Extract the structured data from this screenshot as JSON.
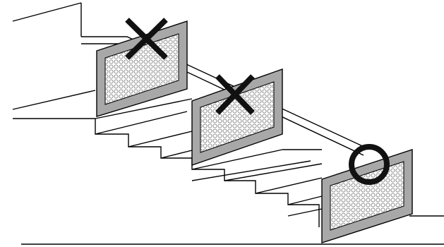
{
  "diagram": {
    "subject": "staircase-with-mesh-panels",
    "panels": [
      {
        "id": "panel-top",
        "mark": "cross"
      },
      {
        "id": "panel-middle",
        "mark": "cross"
      },
      {
        "id": "panel-bottom",
        "mark": "circle"
      }
    ],
    "colors": {
      "line": "#000000",
      "frame": "#a8a8a8",
      "mesh_bg": "#ffffff",
      "mesh_dot": "#888888",
      "mark": "#111111"
    }
  }
}
